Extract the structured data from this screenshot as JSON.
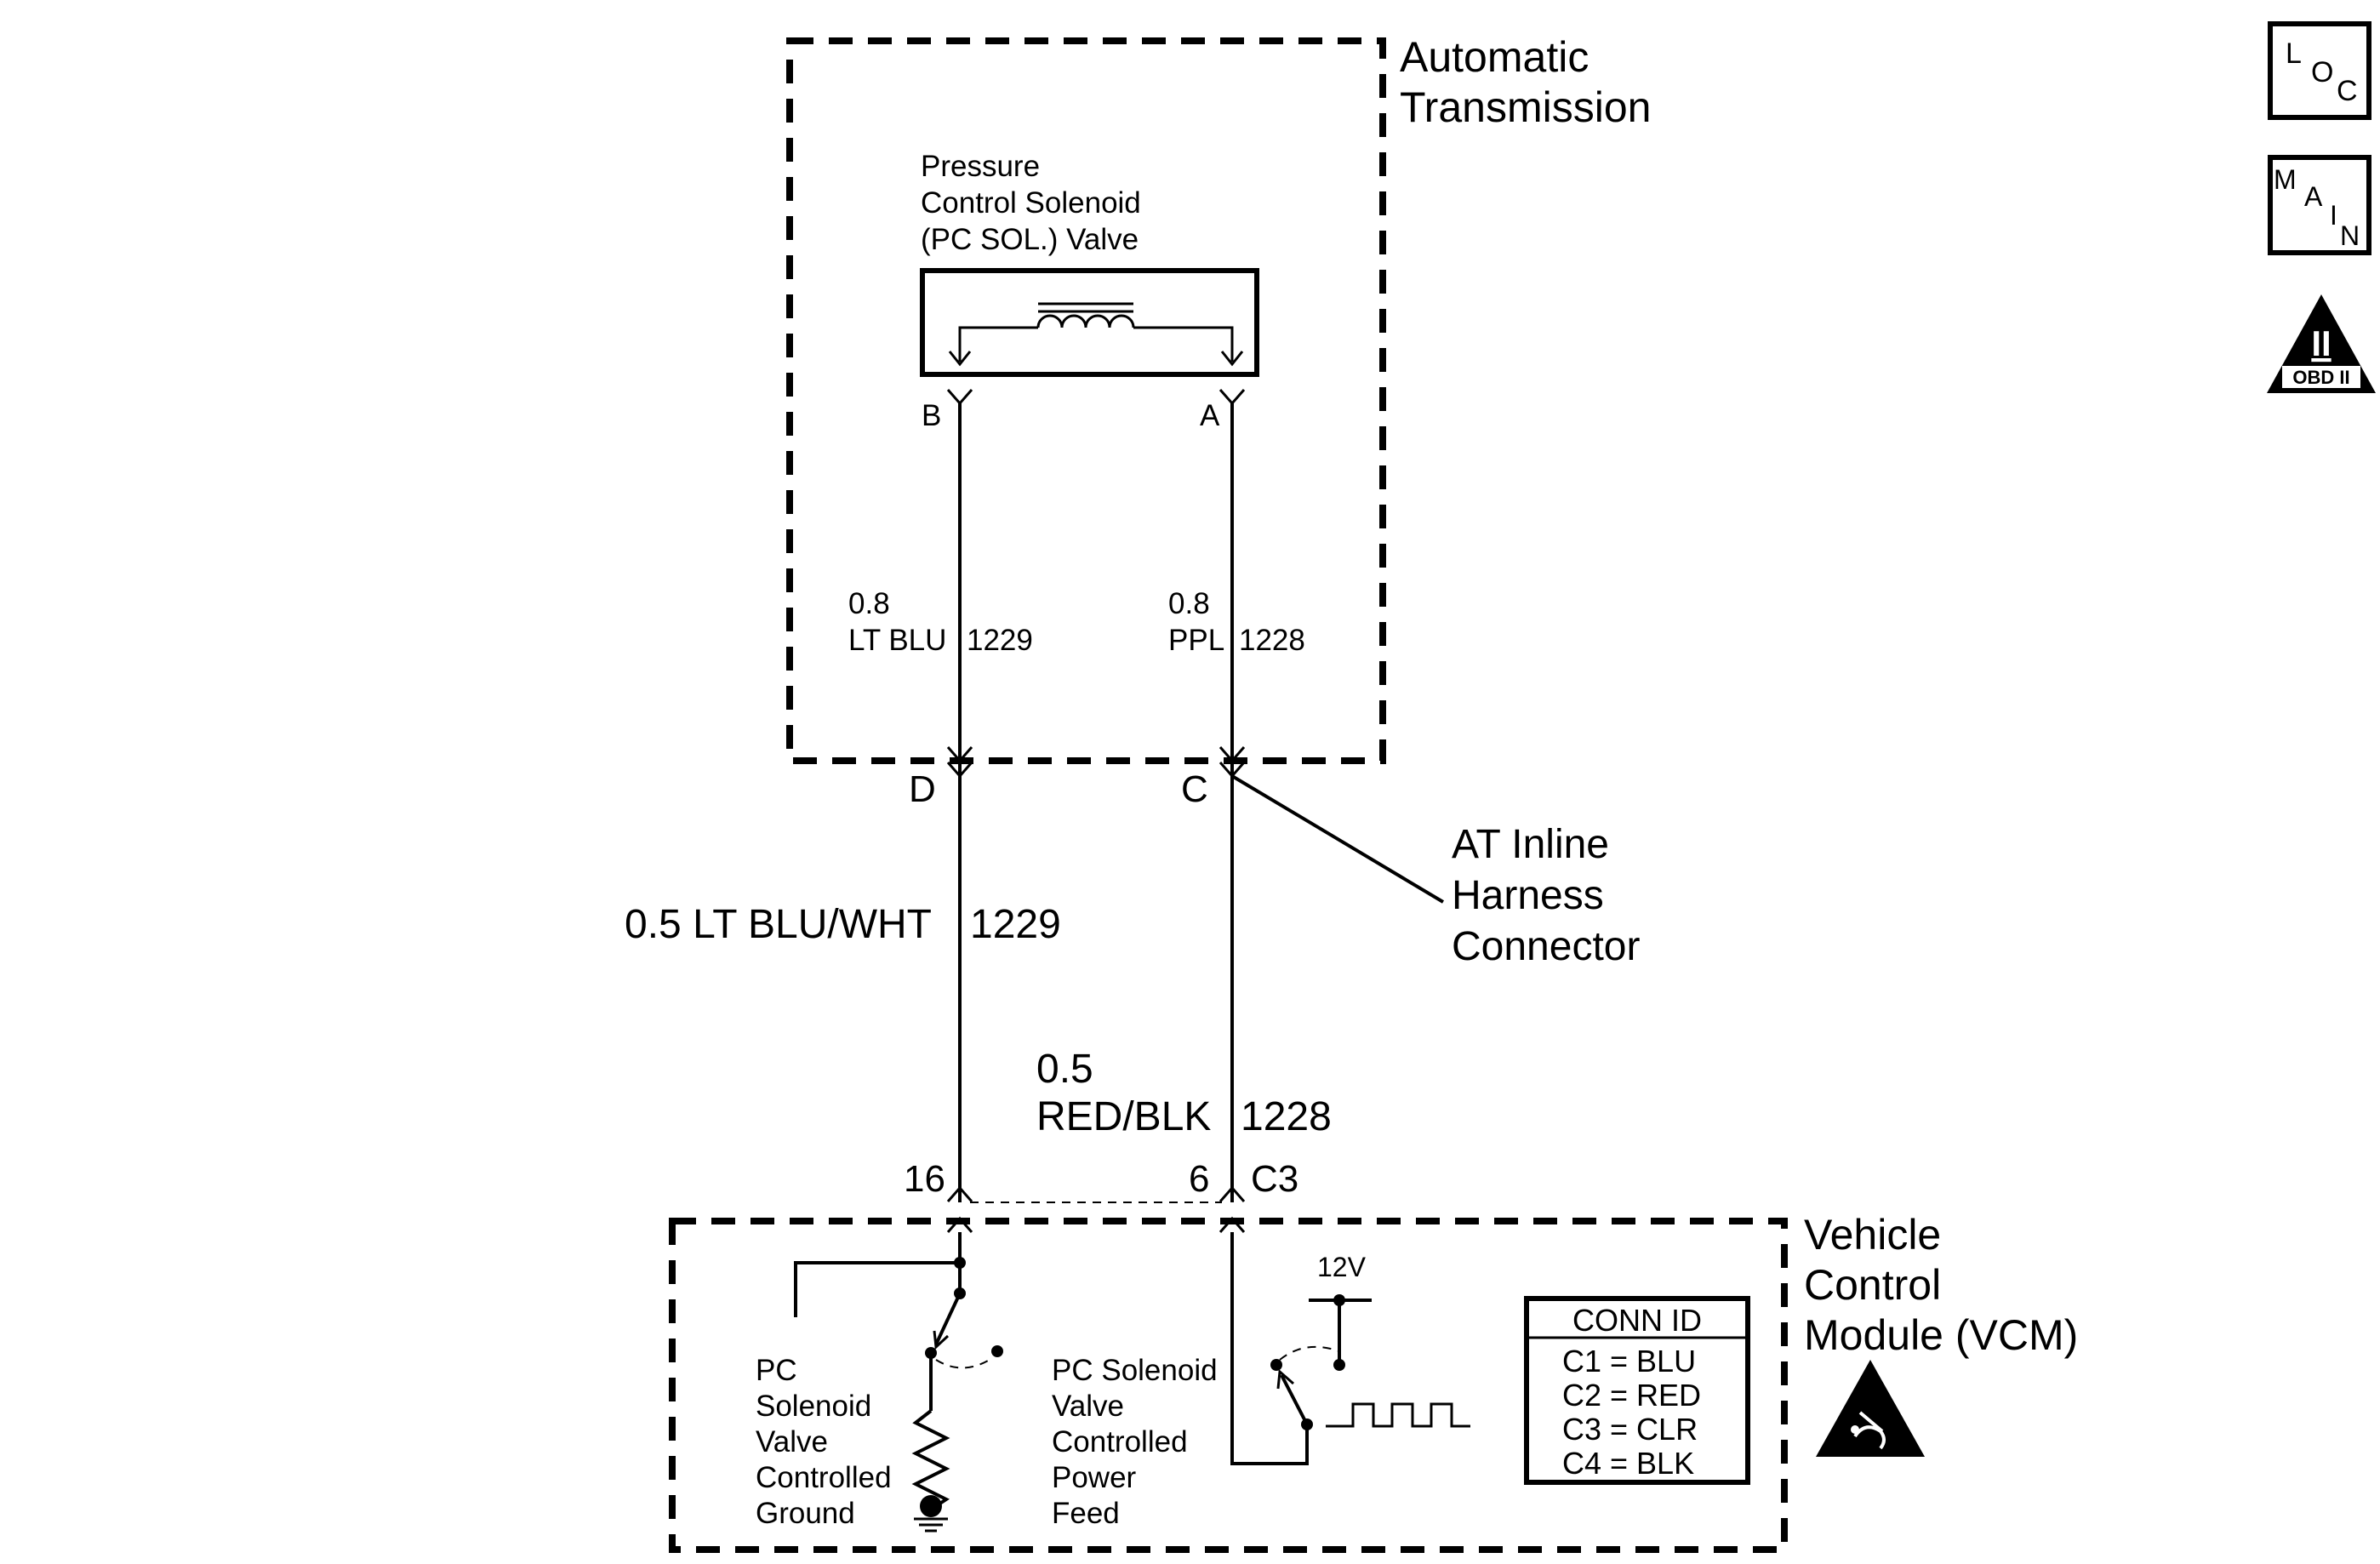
{
  "transmission": {
    "title_line1": "Automatic",
    "title_line2": "Transmission"
  },
  "solenoid": {
    "line1": "Pressure",
    "line2": "Control Solenoid",
    "line3": "(PC SOL.) Valve",
    "pin_b": "B",
    "pin_a": "A"
  },
  "inner_wires": {
    "left": {
      "gauge": "0.8",
      "color": "LT BLU",
      "circuit": "1229"
    },
    "right": {
      "gauge": "0.8",
      "color": "PPL",
      "circuit": "1228"
    }
  },
  "inline_connector": {
    "pin_d": "D",
    "pin_c": "C",
    "line1": "AT Inline",
    "line2": "Harness",
    "line3": "Connector"
  },
  "outer_wires": {
    "left": {
      "label": "0.5 LT BLU/WHT",
      "circuit": "1229"
    },
    "right": {
      "gauge": "0.5",
      "color": "RED/BLK",
      "circuit": "1228"
    }
  },
  "vcm_connector": {
    "pin_16": "16",
    "pin_6": "6",
    "id": "C3"
  },
  "vcm": {
    "line1": "Vehicle",
    "line2": "Control",
    "line3": "Module (VCM)"
  },
  "ground_circuit": {
    "line1": "PC",
    "line2": "Solenoid",
    "line3": "Valve",
    "line4": "Controlled",
    "line5": "Ground"
  },
  "power_circuit": {
    "line1": "PC Solenoid",
    "line2": "Valve",
    "line3": "Controlled",
    "line4": "Power",
    "line5": "Feed",
    "voltage": "12V"
  },
  "conn_id": {
    "title": "CONN ID",
    "rows": [
      "C1 = BLU",
      "C2 = RED",
      "C3 = CLR",
      "C4 = BLK"
    ]
  },
  "side_icons": {
    "loc": {
      "l": "L",
      "o": "O",
      "c": "C"
    },
    "main": {
      "m": "M",
      "a": "A",
      "i": "I",
      "n": "N"
    },
    "obd": {
      "numeral": "II",
      "label": "OBD II"
    },
    "icons": [
      "location-icon",
      "main-icon",
      "obd-ii-icon",
      "esd-warning-icon",
      "ground-icon",
      "coil-icon",
      "resistor-icon"
    ]
  }
}
